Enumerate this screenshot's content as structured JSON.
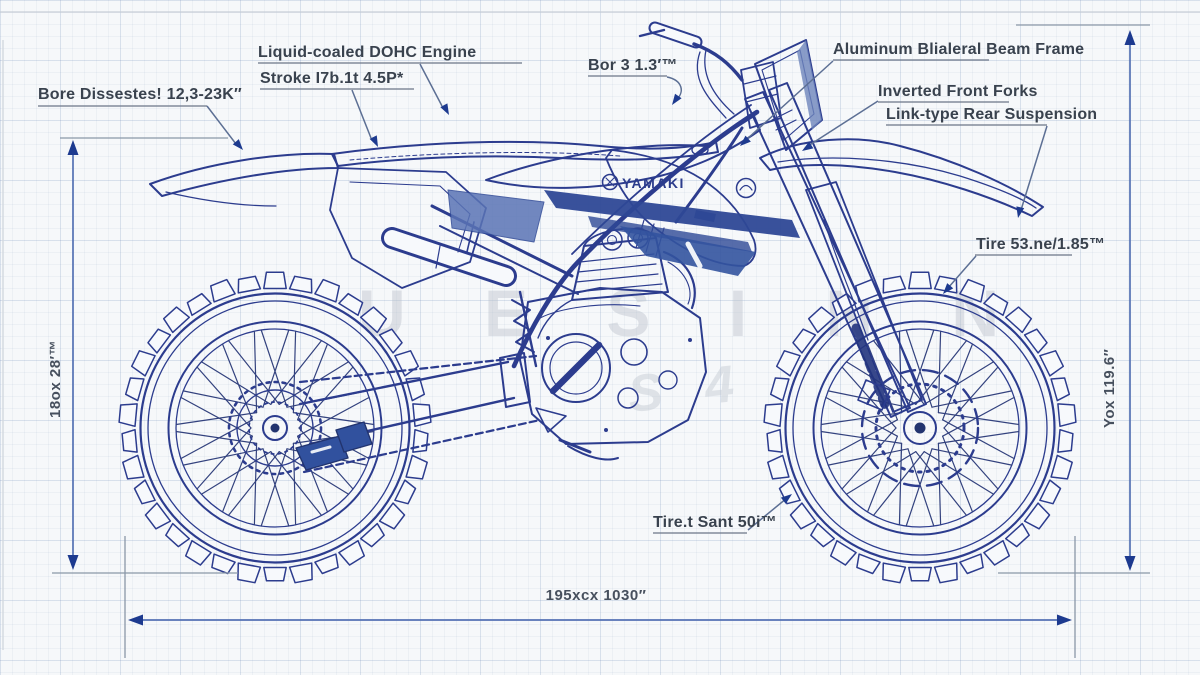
{
  "labels": {
    "bore_left": "Bore Dissestes! 12,3-23K″",
    "engine": "Liquid-coaled DOHC Engine",
    "stroke": "Stroke I7b.1t 4.5P*",
    "bor": "Bor 3 1.3′™",
    "frame": "Aluminum Blialeral Beam Frame",
    "forks": "Inverted Front Forks",
    "suspension": "Link-type Rear Suspension",
    "tire_front": "Tire 53.ne/1.85™",
    "tire_rear": "Tire.t Sant 50i™"
  },
  "dimensions": {
    "overall_length": "195xcx 1030″",
    "height_left": "18ox 28′™",
    "height_right": "Yox 119.6″"
  },
  "bike": {
    "brand": "YAMAKI"
  },
  "watermark": {
    "line1": "U E S  I N  N",
    "line2": "S 4"
  },
  "colors": {
    "ink": "#2c3c8e",
    "accent_navy": "#2e4896",
    "dim_line": "#5572b4",
    "label_text": "#39424e"
  }
}
